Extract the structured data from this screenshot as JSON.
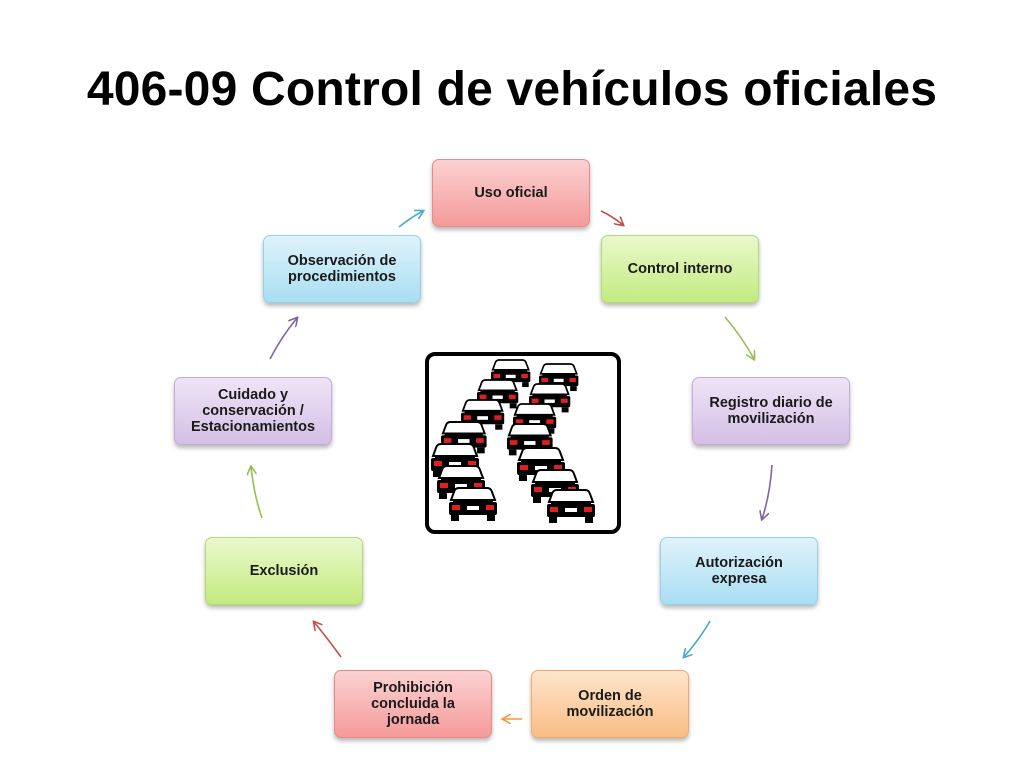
{
  "slide": {
    "title": "406-09 Control de vehículos oficiales"
  },
  "diagram": {
    "nodes": [
      {
        "id": "uso-oficial",
        "label": "Uso oficial",
        "color": "#f59a9a"
      },
      {
        "id": "control-interno",
        "label": "Control interno",
        "color": "#c3eb80"
      },
      {
        "id": "registro-diario",
        "label": "Registro diario de\nmovilización",
        "color": "#d4bfe6"
      },
      {
        "id": "autorizacion-expresa",
        "label": "Autorización\nexpresa",
        "color": "#a9def2"
      },
      {
        "id": "orden-movilizacion",
        "label": "Orden de\nmovilización",
        "color": "#f9bd85"
      },
      {
        "id": "prohibicion-jornada",
        "label": "Prohibición\nconcluida la\njornada",
        "color": "#f59a9a"
      },
      {
        "id": "exclusion",
        "label": "Exclusión",
        "color": "#c3eb80"
      },
      {
        "id": "cuidado-conservacion",
        "label": "Cuidado y\nconservación /\nEstacionamientos",
        "color": "#d4bfe6"
      },
      {
        "id": "observacion-procedimientos",
        "label": "Observación de\nprocedimientos",
        "color": "#a9def2"
      }
    ],
    "edges": [
      {
        "from": "uso-oficial",
        "to": "control-interno",
        "color": "#c0504d"
      },
      {
        "from": "control-interno",
        "to": "registro-diario",
        "color": "#9bbb59"
      },
      {
        "from": "registro-diario",
        "to": "autorizacion-expresa",
        "color": "#8064a2"
      },
      {
        "from": "autorizacion-expresa",
        "to": "orden-movilizacion",
        "color": "#4bacc6"
      },
      {
        "from": "orden-movilizacion",
        "to": "prohibicion-jornada",
        "color": "#f79646"
      },
      {
        "from": "prohibicion-jornada",
        "to": "exclusion",
        "color": "#c0504d"
      },
      {
        "from": "exclusion",
        "to": "cuidado-conservacion",
        "color": "#9bbb59"
      },
      {
        "from": "cuidado-conservacion",
        "to": "observacion-procedimientos",
        "color": "#8064a2"
      },
      {
        "from": "observacion-procedimientos",
        "to": "uso-oficial",
        "color": "#4bacc6"
      }
    ],
    "center_image": "traffic-jam-cars-icon"
  }
}
